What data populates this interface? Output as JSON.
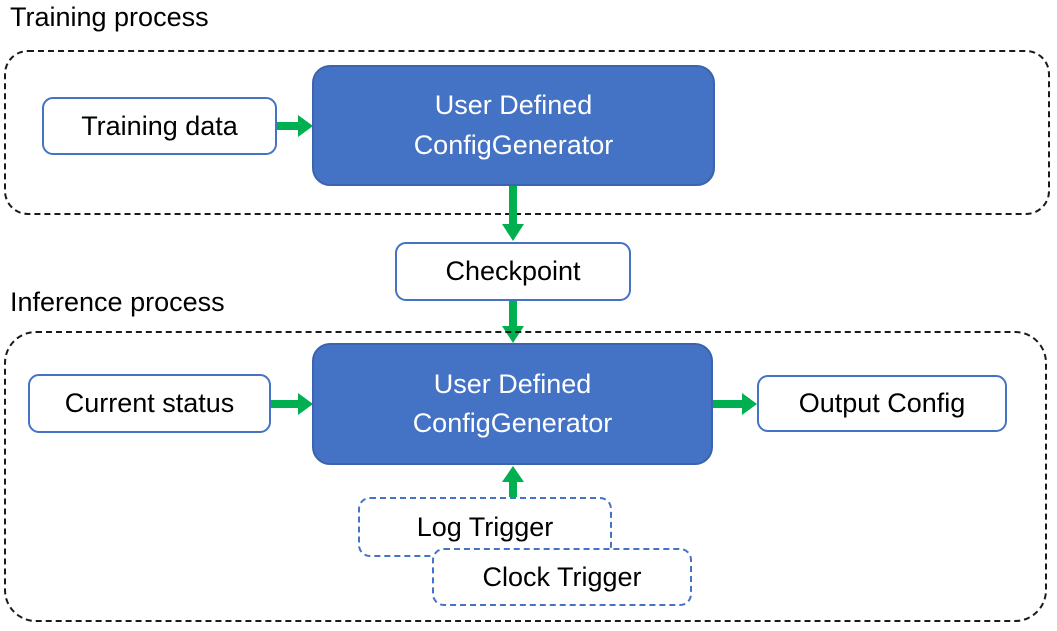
{
  "colors": {
    "blue": "#4472C4",
    "blue_border": "#3B63AE",
    "green": "#00B050",
    "box_border": "#4472C4"
  },
  "sections": {
    "training": {
      "label": "Training process"
    },
    "inference": {
      "label": "Inference process"
    }
  },
  "nodes": {
    "training_data": "Training data",
    "generator_train": {
      "line1": "User Defined",
      "line2": "ConfigGenerator"
    },
    "checkpoint": "Checkpoint",
    "current_status": "Current status",
    "generator_infer": {
      "line1": "User Defined",
      "line2": "ConfigGenerator"
    },
    "output_config": "Output Config",
    "log_trigger": "Log Trigger",
    "clock_trigger": "Clock Trigger"
  }
}
